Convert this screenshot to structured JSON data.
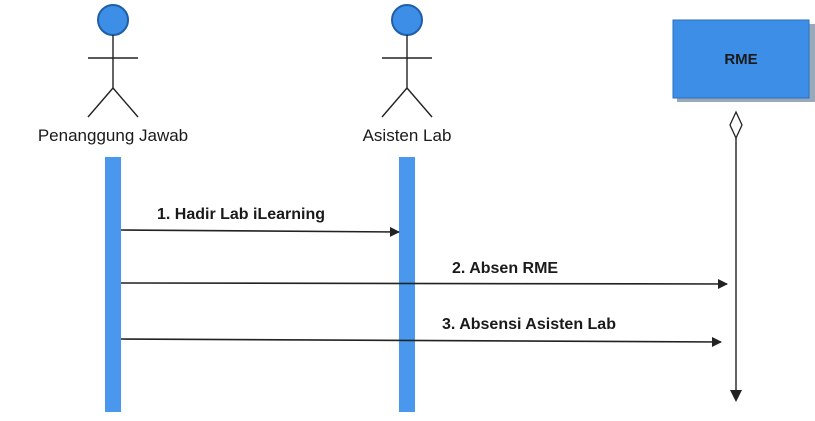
{
  "diagram": {
    "type": "sequence",
    "actors": [
      {
        "id": "penanggung",
        "label": "Penanggung Jawab",
        "kind": "stick-figure"
      },
      {
        "id": "asisten",
        "label": "Asisten Lab",
        "kind": "stick-figure"
      },
      {
        "id": "rme",
        "label": "RME",
        "kind": "box"
      }
    ],
    "messages": [
      {
        "from": "penanggung",
        "to": "asisten",
        "label": "1. Hadir Lab iLearning"
      },
      {
        "from": "penanggung",
        "to": "rme",
        "label": "2. Absen RME"
      },
      {
        "from": "penanggung",
        "to": "rme",
        "label": "3. Absensi Asisten Lab"
      }
    ],
    "colors": {
      "actor_fill": "#3d8ee6",
      "actor_stroke": "#1f5fa8",
      "lifeline_fill": "#4a98ee",
      "box_fill": "#3d8ee6",
      "box_shadow": "#9aa9b8",
      "line": "#222222",
      "text": "#1a1a1a"
    }
  }
}
